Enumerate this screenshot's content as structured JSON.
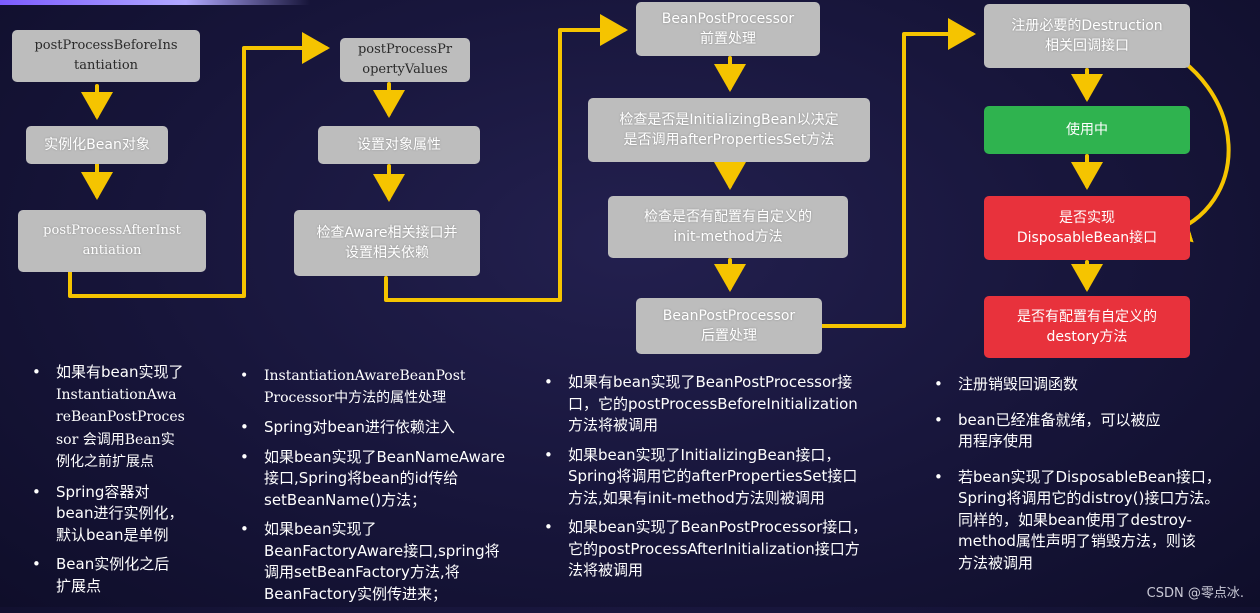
{
  "col1": {
    "box1": "postProcessBeforeIns\ntantiation",
    "box2": "实例化Bean对象",
    "box3": "postProcessAfterInst\nantiation"
  },
  "col2": {
    "box1": "postProcessPr\nopertyValues",
    "box2": "设置对象属性",
    "box3": "检查Aware相关接口并\n设置相关依赖"
  },
  "col3": {
    "box1": "BeanPostProcessor\n前置处理",
    "box2": "检查是否是InitializingBean以决定\n是否调用afterPropertiesSet方法",
    "box3": "检查是否有配置有自定义的\ninit-method方法",
    "box4": "BeanPostProcessor\n后置处理"
  },
  "col4": {
    "box1": "注册必要的Destruction\n相关回调接口",
    "box2": "使用中",
    "box3": "是否实现\nDisposableBean接口",
    "box4": "是否有配置有自定义的\ndestory方法"
  },
  "notes1": [
    "如果有bean实现了",
    "InstantiationAwa\nreBeanPostProces\nsor 会调用Bean实\n例化之前扩展点",
    "Spring容器对\nbean进行实例化，\n默认bean是单例",
    "Bean实例化之后\n扩展点"
  ],
  "notes2": [
    "InstantiationAwareBeanPost\nProcessor中方法的属性处理",
    "Spring对bean进行依赖注入",
    "如果bean实现了BeanNameAware\n接口,Spring将bean的id传给\nsetBeanName()方法；",
    "如果bean实现了\nBeanFactoryAware接口,spring将\n调用setBeanFactory方法,将\nBeanFactory实例传进来；"
  ],
  "notes3": [
    "如果有bean实现了BeanPostProcessor接\n口，它的postProcessBeforeInitialization\n方法将被调用",
    "如果bean实现了InitializingBean接口，\nSpring将调用它的afterPropertiesSet接口\n方法,如果有init-method方法则被调用",
    "如果bean实现了BeanPostProcessor接口，\n它的postProcessAfterInitialization接口方\n法将被调用"
  ],
  "notes4": [
    "注册销毁回调函数",
    "bean已经准备就绪，可以被应\n用程序使用",
    "若bean实现了DisposableBean接口，\nSpring将调用它的distroy()接口方法。\n同样的，如果bean使用了destroy-\nmethod属性声明了销毁方法，则该\n方法被调用"
  ],
  "watermark": "CSDN @零点冰.",
  "colors": {
    "arrow": "#f5c400",
    "gray_box": "#bdbdbd",
    "green_box": "#2fb34f",
    "red_box": "#e8323c"
  }
}
